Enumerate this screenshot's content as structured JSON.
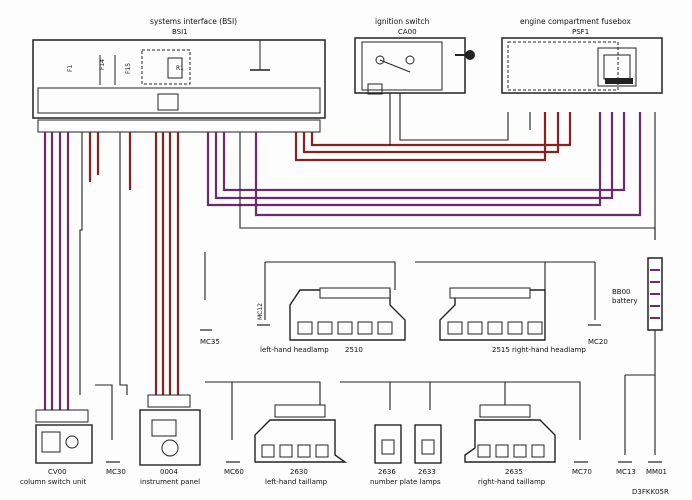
{
  "components": {
    "bsi_title": "systems interface (BSI)",
    "bsi_code": "BSI1",
    "ignition_title": "ignition switch",
    "ignition_code": "CA00",
    "fusebox_title": "engine compartment fusebox",
    "fusebox_code": "PSF1",
    "battery_code": "BB00",
    "battery_label": "battery",
    "lh_headlamp": "left-hand headlamp",
    "lh_headlamp_code": "2510",
    "rh_headlamp_code": "2515",
    "rh_headlamp": "right-hand headlamp",
    "column_switch": "column switch unit",
    "column_switch_code": "CV00",
    "instrument_code": "0004",
    "instrument_panel": "instrument panel",
    "lh_taillamp_code": "2630",
    "lh_taillamp": "left-hand taillamp",
    "np_code_1": "2636",
    "np_code_2": "2633",
    "number_plate": "number plate lamps",
    "rh_taillamp_code": "2635",
    "rh_taillamp": "right-hand taillamp"
  },
  "grounds": {
    "mc35": "MC35",
    "mc12": "MC12",
    "mc20": "MC20",
    "mc30": "MC30",
    "mc60": "MC60",
    "mc70": "MC70",
    "mc13": "MC13",
    "mm01": "MM01"
  },
  "fuses": {
    "f1": "F1",
    "f14": "F14",
    "f15": "F15",
    "r1": "R1"
  },
  "footer": {
    "drawing_ref": "D3FKK05R"
  },
  "colors": {
    "wire_purple": "#6b2a6b",
    "wire_red": "#8a2020",
    "wire_dark": "#222222"
  }
}
